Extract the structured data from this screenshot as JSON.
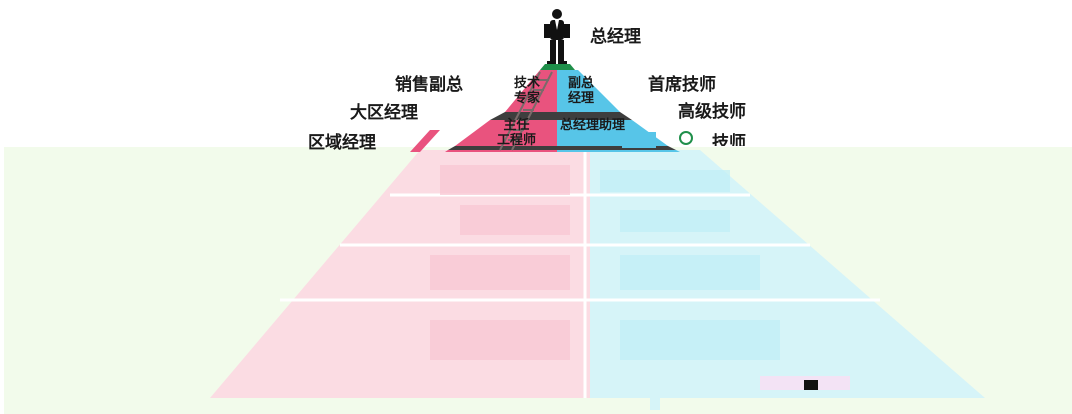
{
  "top_label": "总经理",
  "left_labels": [
    "销售副总",
    "大区经理",
    "区域经理"
  ],
  "right_labels": [
    "首席技师",
    "高级技师",
    "技师"
  ],
  "tier_left": [
    {
      "lines": [
        "技术",
        "专家"
      ]
    },
    {
      "lines": [
        "主任",
        "工程师"
      ]
    }
  ],
  "tier_right": [
    {
      "lines": [
        "副总",
        "经理"
      ]
    },
    {
      "lines": [
        "总经理助理"
      ]
    }
  ],
  "colors": {
    "left_face": "#e9537e",
    "right_face": "#57c5e8",
    "band": "#3e3e3e",
    "peak": "#1f8f4a",
    "wash": "#f2fbeb",
    "faded_left": "#f8cfd8",
    "faded_right": "#c9f1f7"
  }
}
